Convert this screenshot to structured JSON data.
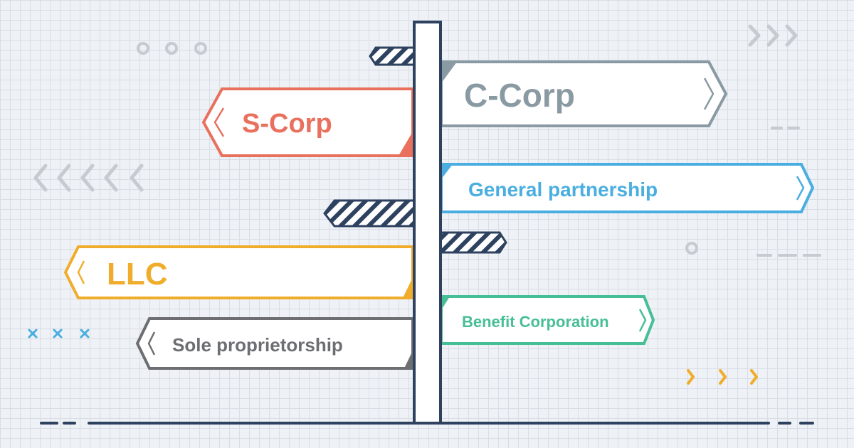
{
  "colors": {
    "background": "#eef1f5",
    "navy": "#2e4260",
    "scorp": "#e8705d",
    "ccorp": "#8a9aa3",
    "general": "#4aaee0",
    "llc": "#f0ad2c",
    "sole": "#6c6e72",
    "benefit": "#48be96",
    "decor_gray": "#c6cbd1",
    "decor_blue": "#4aaee0",
    "decor_orange": "#f0ad2c"
  },
  "signs": {
    "scorp": {
      "label": "S-Corp",
      "color": "#e8705d",
      "direction": "left"
    },
    "ccorp": {
      "label": "C-Corp",
      "color": "#8a9aa3",
      "direction": "right"
    },
    "general": {
      "label": "General partnership",
      "color": "#4aaee0",
      "direction": "right"
    },
    "llc": {
      "label": "LLC",
      "color": "#f0ad2c",
      "direction": "left"
    },
    "sole": {
      "label": "Sole proprietorship",
      "color": "#6c6e72",
      "direction": "left"
    },
    "benefit": {
      "label": "Benefit Corporation",
      "color": "#48be96",
      "direction": "right"
    }
  },
  "icons": {
    "sign_chevron": "chevron-icon",
    "decor_circles": "circle-icon",
    "decor_right_chevrons": "chevron-right-icon",
    "decor_left_chevrons": "chevron-left-icon",
    "decor_crosses": "cross-icon"
  }
}
